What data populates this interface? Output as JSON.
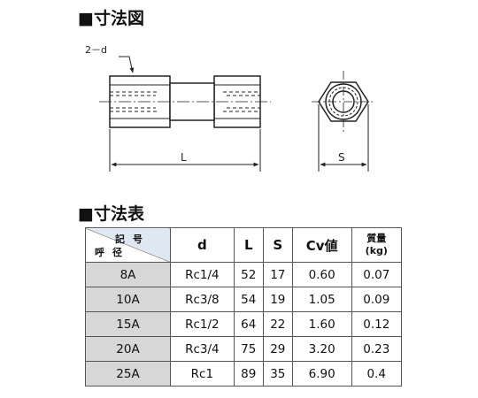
{
  "titles": {
    "dimension_drawing": "■寸法図",
    "dimension_table": "■寸法表"
  },
  "drawing": {
    "thread_callout": "2－d",
    "length_label": "L",
    "width_label": "S"
  },
  "table": {
    "corner_top": "記号",
    "corner_bottom": "呼径",
    "headers": [
      "d",
      "L",
      "S",
      "Cv値",
      "質量",
      "(kg)"
    ],
    "rows": [
      {
        "size": "8A",
        "d": "Rc1/4",
        "L": "52",
        "S": "17",
        "cv": "0.60",
        "mass": "0.07"
      },
      {
        "size": "10A",
        "d": "Rc3/8",
        "L": "54",
        "S": "19",
        "cv": "1.05",
        "mass": "0.09"
      },
      {
        "size": "15A",
        "d": "Rc1/2",
        "L": "64",
        "S": "22",
        "cv": "1.60",
        "mass": "0.12"
      },
      {
        "size": "20A",
        "d": "Rc3/4",
        "L": "75",
        "S": "29",
        "cv": "3.20",
        "mass": "0.23"
      },
      {
        "size": "25A",
        "d": "Rc1",
        "L": "89",
        "S": "35",
        "cv": "6.90",
        "mass": "0.4"
      }
    ]
  }
}
